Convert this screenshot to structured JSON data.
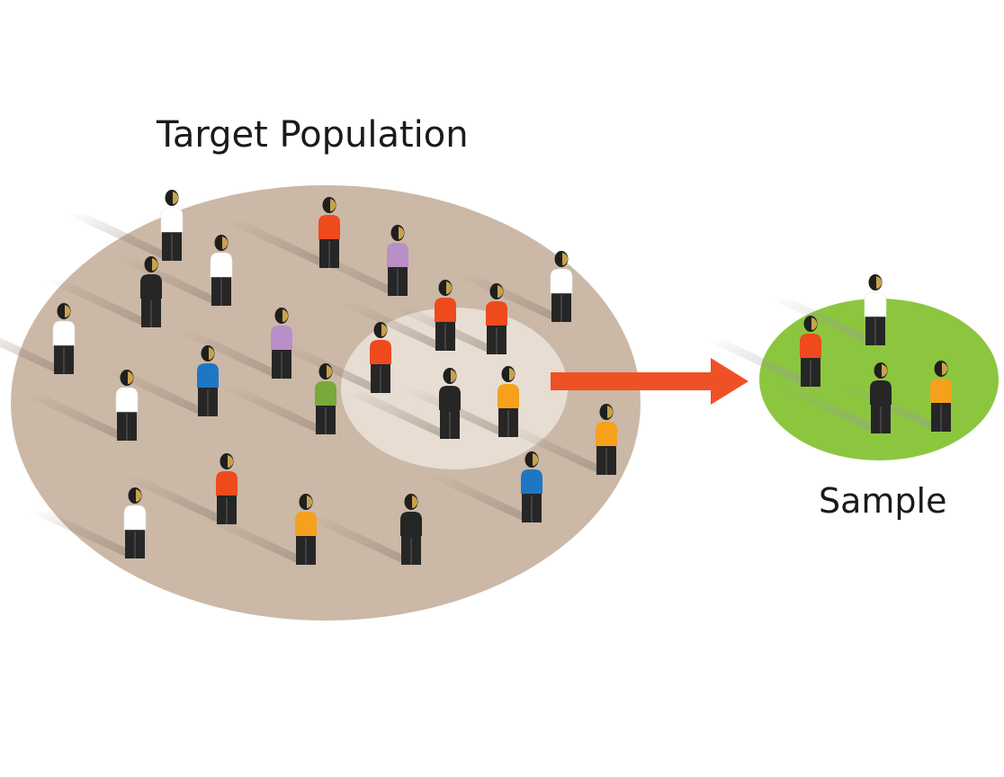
{
  "labels": {
    "population": "Target Population",
    "sample": "Sample"
  },
  "colors": {
    "population_area": "#cbb8a6",
    "sample_subset": "#ece3da",
    "sample_area": "#8cc63f",
    "arrow": "#ee5125",
    "skin": "#c9a24a",
    "hair": "#1f1f1f",
    "legs": "#262626",
    "shadow": "#a9998b",
    "shirts": {
      "white": "#ffffff",
      "red": "#ee4a1e",
      "purple": "#b98fc7",
      "blue": "#1f77c4",
      "green": "#79a93a",
      "orange": "#f5a11c",
      "black": "#262626"
    }
  },
  "people": {
    "population": [
      "white",
      "red",
      "purple",
      "white",
      "black",
      "white",
      "red",
      "white",
      "red",
      "purple",
      "blue",
      "red",
      "white",
      "green",
      "black",
      "orange",
      "orange",
      "red",
      "blue",
      "white",
      "orange",
      "black"
    ],
    "sample": [
      "white",
      "red",
      "black",
      "orange"
    ]
  }
}
